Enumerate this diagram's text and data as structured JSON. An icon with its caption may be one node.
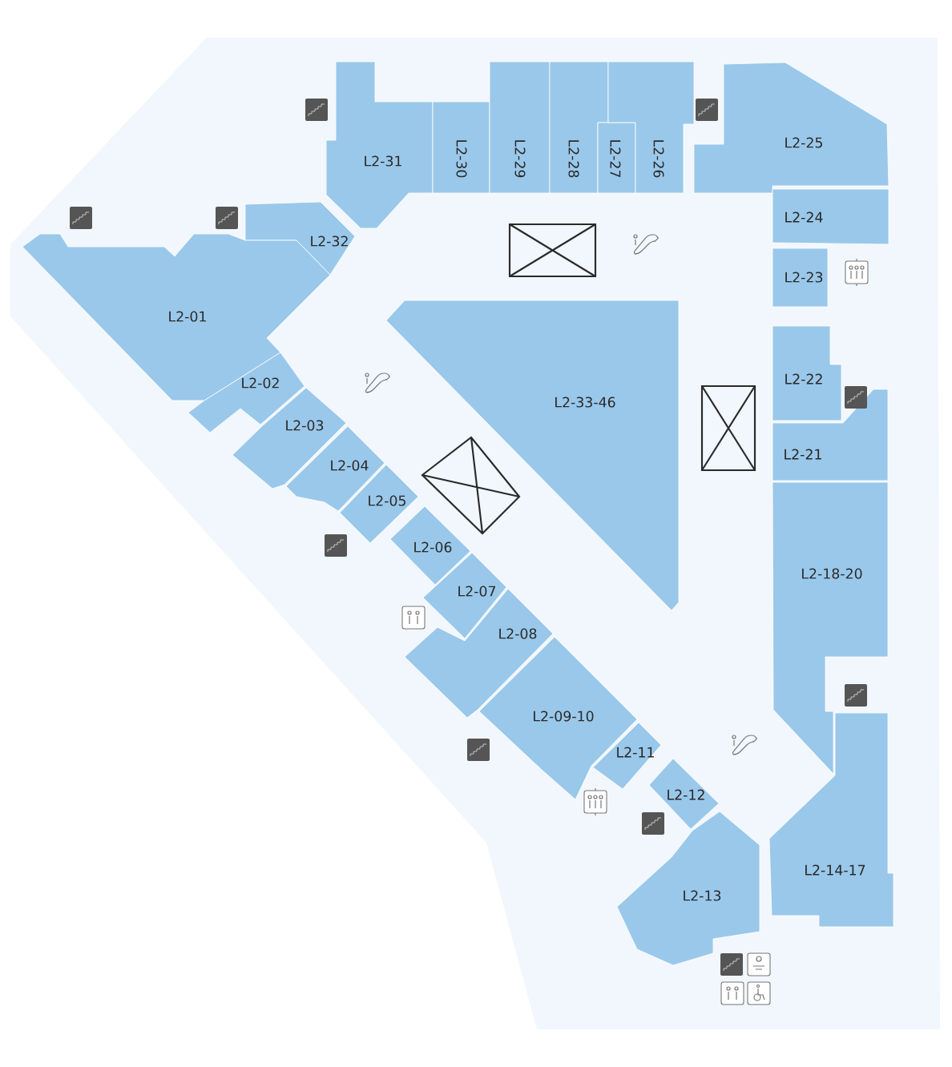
{
  "diagram": {
    "nodes": [
      {
        "text": [
          "L2-31"
        ]
      },
      {
        "text": [
          "L2-30"
        ]
      },
      {
        "text": [
          "L2-29"
        ]
      },
      {
        "text": [
          "L2-28"
        ]
      },
      {
        "text": [
          "L2-27"
        ]
      },
      {
        "text": [
          "L2-26"
        ]
      },
      {
        "text": [
          "L2-25"
        ]
      },
      {
        "text": [
          "L2-32"
        ]
      },
      {
        "text": [
          "L2-24"
        ]
      },
      {
        "text": [
          "L2-23"
        ]
      },
      {
        "text": [
          "L2-01"
        ]
      },
      {
        "text": [
          "L2-33-46"
        ]
      },
      {
        "text": [
          "L2-22"
        ]
      },
      {
        "text": [
          "L2-02"
        ]
      },
      {
        "text": [
          "L2-03"
        ]
      },
      {
        "text": [
          "L2-21"
        ]
      },
      {
        "text": [
          "L2-04"
        ]
      },
      {
        "text": [
          "L2-05"
        ]
      },
      {
        "text": [
          "L2-06"
        ]
      },
      {
        "text": [
          "L2-18-20"
        ]
      },
      {
        "text": [
          "L2-07"
        ]
      },
      {
        "text": [
          "L2-08"
        ]
      },
      {
        "text": [
          "L2-09-10"
        ]
      },
      {
        "text": [
          "L2-11"
        ]
      },
      {
        "text": [
          "L2-12"
        ]
      },
      {
        "text": [
          "L2-14-17"
        ]
      },
      {
        "text": [
          "L2-13"
        ]
      }
    ]
  }
}
